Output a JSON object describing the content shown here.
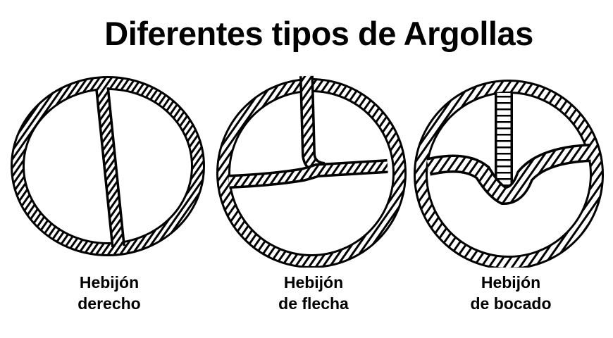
{
  "title": "Diferentes tipos de Argollas",
  "colors": {
    "ink": "#000000",
    "background": "#ffffff"
  },
  "diagrams": [
    {
      "name": "ring-straight-bar",
      "label_line1": "Hebijón",
      "label_line2": "derecho"
    },
    {
      "name": "ring-arrow-bar",
      "label_line1": "Hebijón",
      "label_line2": "de flecha"
    },
    {
      "name": "ring-bit-bar",
      "label_line1": "Hebijón",
      "label_line2": "de bocado"
    }
  ]
}
